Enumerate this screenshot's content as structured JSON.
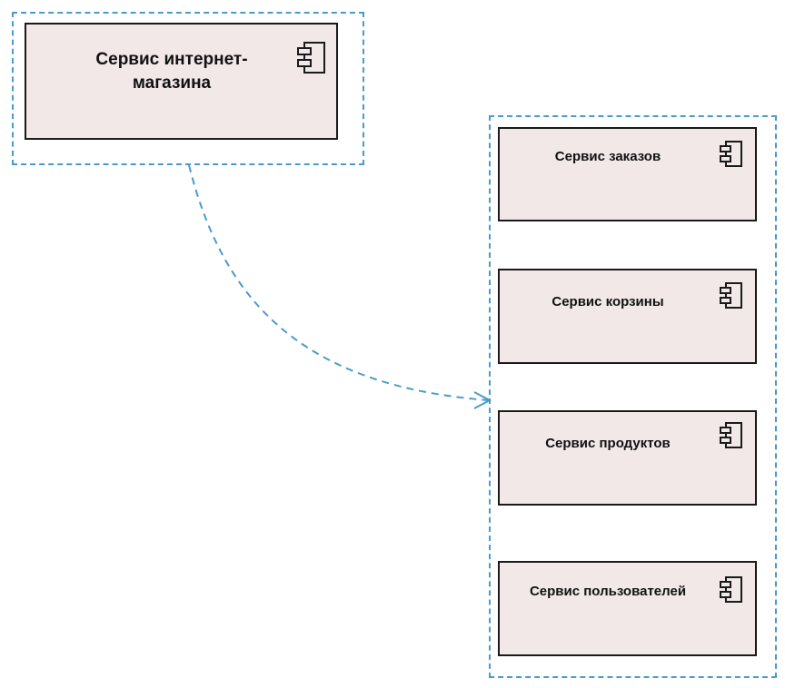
{
  "colors": {
    "group_border": "#4a9bc9",
    "component_fill": "#f2e8e8",
    "component_border": "#1a1a1a",
    "connector": "#4a9bc9"
  },
  "main_component": {
    "title": "Сервис интернет-\nмагазина",
    "icon": "uml-component-icon"
  },
  "services": [
    {
      "title": "Сервис заказов",
      "icon": "uml-component-icon"
    },
    {
      "title": "Сервис корзины",
      "icon": "uml-component-icon"
    },
    {
      "title": "Сервис продуктов",
      "icon": "uml-component-icon"
    },
    {
      "title": "Сервис пользователей",
      "icon": "uml-component-icon"
    }
  ],
  "connector": {
    "style": "dashed",
    "arrowhead": "open"
  }
}
